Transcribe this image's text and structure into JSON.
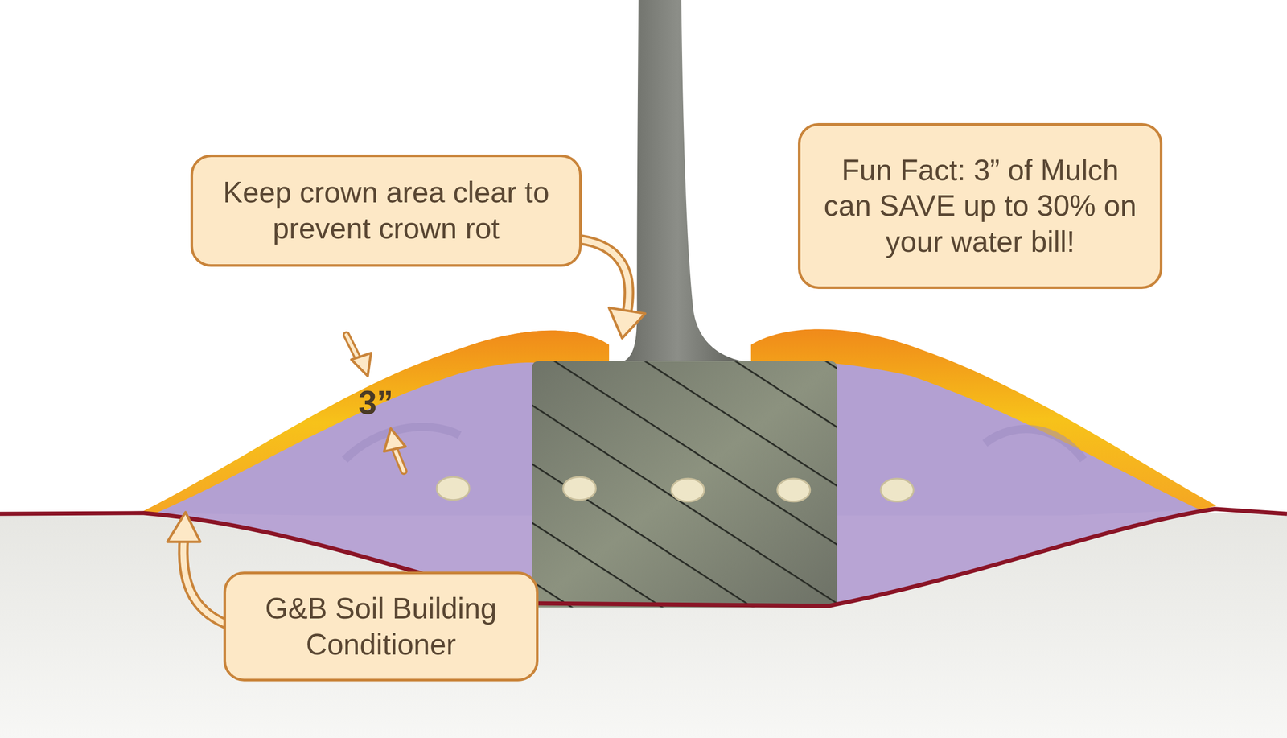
{
  "diagram": {
    "nodes": [
      {
        "text": [
          "Keep crown area clear to prevent crown rot"
        ]
      },
      {
        "text": [
          "Fun Fact: 3” of Mulch can SAVE up to 30% on your water bill!"
        ]
      },
      {
        "text": [
          "G&B Soil Building Conditioner"
        ]
      }
    ],
    "labels": [
      "3”"
    ]
  }
}
